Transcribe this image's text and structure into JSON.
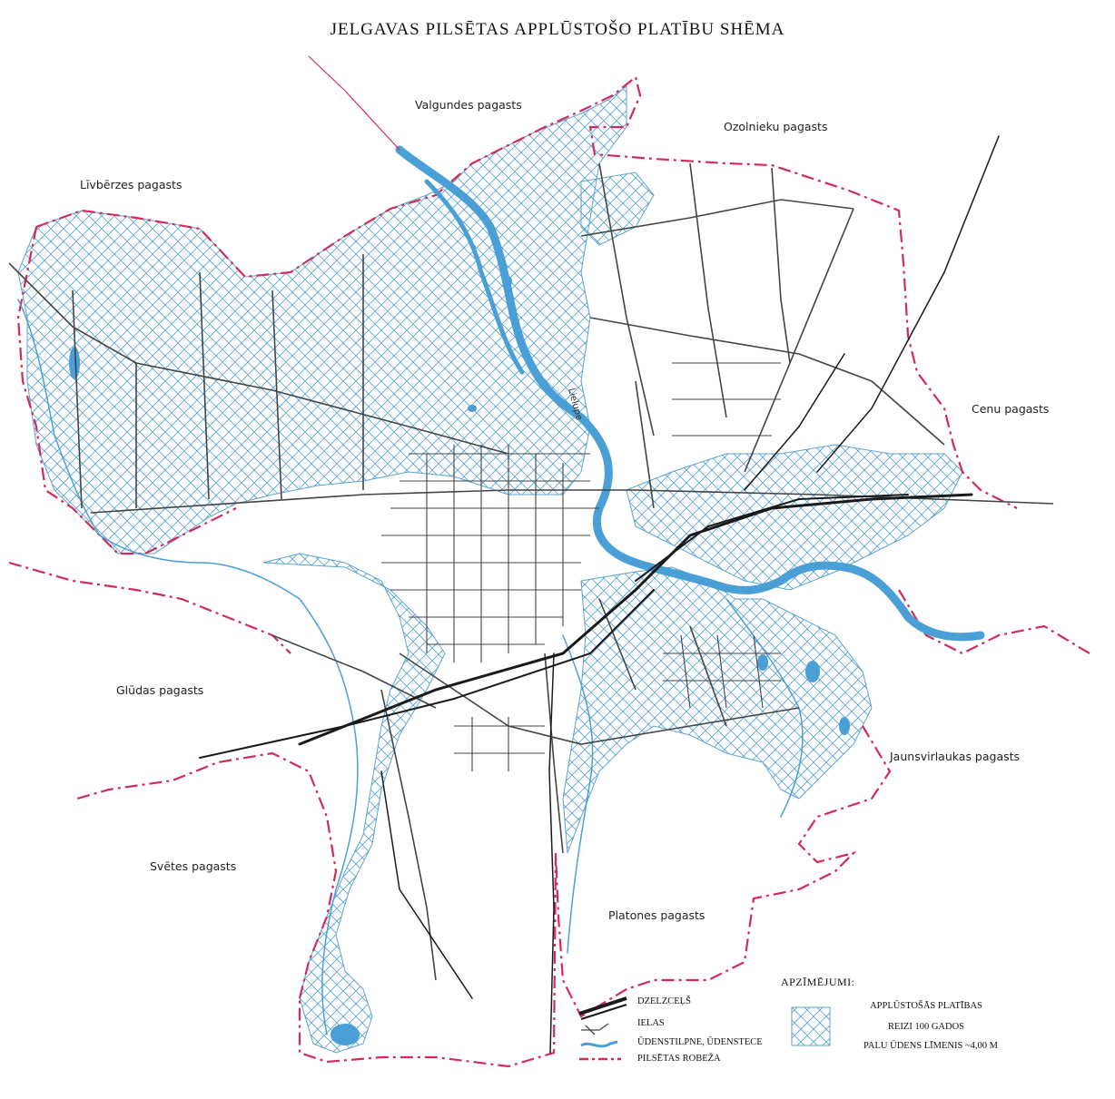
{
  "title": "JELGAVAS PILSĒTAS APPLŪSTOŠO PLATĪBU SHĒMA",
  "parishes": {
    "valgundes": "Valgundes pagasts",
    "ozolnieku": "Ozolnieku pagasts",
    "livberzes": "Līvbērzes pagasts",
    "cenu": "Cenu pagasts",
    "gludas": "Glūdas pagasts",
    "jaunsvirlaukas": "Jaunsvirlaukas pagasts",
    "svetes": "Svētes pagasts",
    "platones": "Platones pagasts"
  },
  "river_label": "Lielupe",
  "legend": {
    "title": "APZĪMĒJUMI:",
    "railway": "DZELZCEĻŠ",
    "streets": "IELAS",
    "water": "ŪDENSTILPNE, ŪDENSTECE",
    "boundary": "PILSĒTAS ROBEŽA",
    "flood_line1": "APPLŪSTOŠĀS PLATĪBAS",
    "flood_line2": "REIZI 100 GADOS",
    "flood_line3": "PALU ŪDENS LĪMENIS ~4,00 M"
  },
  "colors": {
    "hatch": "#5ba3d0",
    "water": "#4a9fd6",
    "boundary": "#d42a5a",
    "streets": "#444444",
    "railway": "#1a1a1a"
  }
}
